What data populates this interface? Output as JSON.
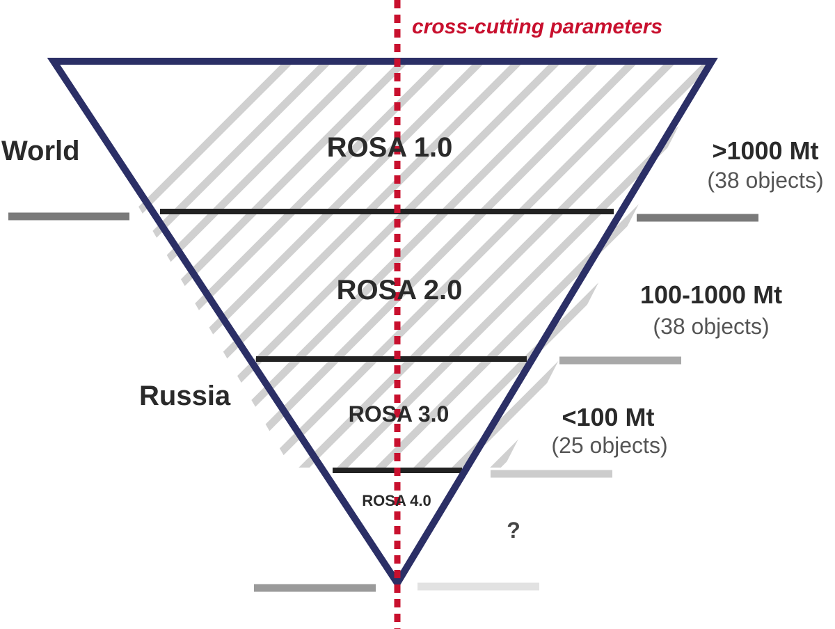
{
  "cross_cutting_label": "cross-cutting parameters",
  "scope_labels": {
    "world": "World",
    "russia": "Russia"
  },
  "tiers": [
    {
      "name": "ROSA 1.0",
      "size": ">1000 Mt",
      "objects": "(38 objects)"
    },
    {
      "name": "ROSA 2.0",
      "size": "100-1000 Mt",
      "objects": "(38 objects)"
    },
    {
      "name": "ROSA 3.0",
      "size": "<100 Mt",
      "objects": "(25 objects)"
    },
    {
      "name": "ROSA 4.0",
      "size": "?",
      "objects": ""
    }
  ],
  "colors": {
    "triangle_outline": "#2b2f66",
    "divider": "#222222",
    "hatch": "#d0d0d0",
    "cross_line": "#c8102e",
    "text_dark": "#2a2a2a",
    "text_grey": "#555555",
    "bar_1": "#7a7a7a",
    "bar_2": "#a8a8a8",
    "bar_3": "#cccccc",
    "bar_4": "#e2e2e2"
  }
}
